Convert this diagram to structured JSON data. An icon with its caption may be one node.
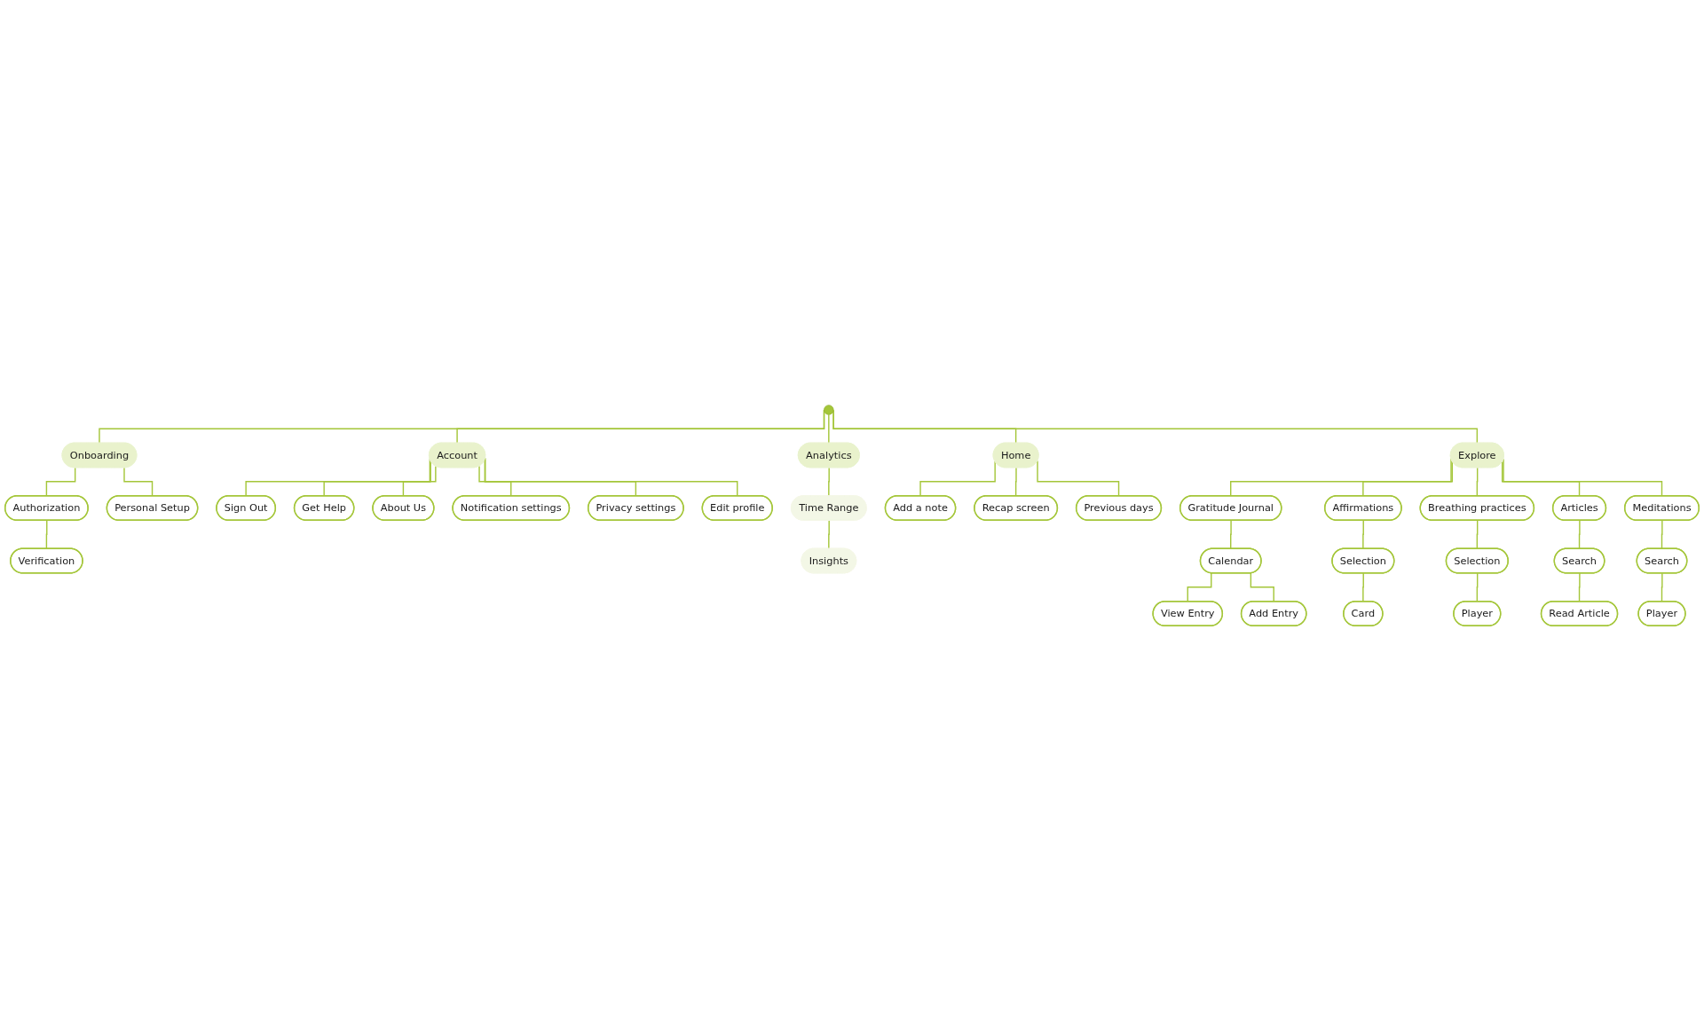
{
  "diagram": {
    "nodes": [
      {
        "text": [
          "Sign Out"
        ]
      },
      {
        "text": [
          "Notification settings"
        ]
      },
      {
        "text": [
          "Verification"
        ]
      },
      {
        "text": [
          "Get Help"
        ]
      },
      {
        "text": [
          "Privacy settings"
        ]
      },
      {
        "text": [
          "Authorization"
        ]
      },
      {
        "text": [
          "Personal Setup"
        ]
      },
      {
        "text": [
          "About Us"
        ]
      },
      {
        "text": [
          "Edit profile"
        ]
      },
      {
        "text": [
          "Onboarding"
        ]
      },
      {
        "text": [
          "Account"
        ]
      },
      {
        "text": [
          "Add a note"
        ]
      },
      {
        "text": [
          "Insights"
        ]
      },
      {
        "text": [
          "Time Range"
        ]
      },
      {
        "text": [
          "Analytics"
        ]
      },
      {
        "text": [],
        "shape": "circle"
      },
      {
        "text": [
          "Home"
        ]
      },
      {
        "text": [
          "Recap screen"
        ]
      },
      {
        "text": [
          "Previous days"
        ]
      },
      {
        "text": [
          "Explore"
        ]
      },
      {
        "text": [
          "Gratitude Journal"
        ]
      },
      {
        "text": [
          "Affirmations"
        ]
      },
      {
        "text": [
          "Articles"
        ]
      },
      {
        "text": [
          "Meditations"
        ]
      },
      {
        "text": [
          "Breathing practices"
        ]
      },
      {
        "text": [
          "Calendar"
        ]
      },
      {
        "text": [
          "Selection"
        ]
      },
      {
        "text": [
          "Search"
        ]
      },
      {
        "text": [
          "Search"
        ]
      },
      {
        "text": [
          "Selection"
        ]
      },
      {
        "text": [
          "View Entry"
        ]
      },
      {
        "text": [
          "Add Entry"
        ]
      },
      {
        "text": [
          "Card"
        ]
      },
      {
        "text": [
          "Read Article"
        ]
      },
      {
        "text": [
          "Player"
        ]
      },
      {
        "text": [
          "Player"
        ]
      }
    ],
    "edges": [
      {
        "from": 15,
        "to": 9,
        "arrow": "none"
      },
      {
        "from": 15,
        "to": 10,
        "arrow": "none"
      },
      {
        "from": 15,
        "to": 14,
        "arrow": "none"
      },
      {
        "from": 15,
        "to": 16,
        "arrow": "none"
      },
      {
        "from": 15,
        "to": 19,
        "arrow": "none"
      },
      {
        "from": 9,
        "to": 5,
        "arrow": "none"
      },
      {
        "from": 5,
        "to": 2,
        "arrow": "none"
      },
      {
        "from": 9,
        "to": 6,
        "arrow": "none"
      },
      {
        "from": 10,
        "to": 0,
        "arrow": "none"
      },
      {
        "from": 10,
        "to": 3,
        "arrow": "none"
      },
      {
        "from": 10,
        "to": 7,
        "arrow": "none"
      },
      {
        "from": 10,
        "to": 1,
        "arrow": "none"
      },
      {
        "from": 10,
        "to": 4,
        "arrow": "none"
      },
      {
        "from": 10,
        "to": 8,
        "arrow": "none"
      },
      {
        "from": 14,
        "to": 13,
        "arrow": "none"
      },
      {
        "from": 13,
        "to": 12,
        "arrow": "none"
      },
      {
        "from": 16,
        "to": 11,
        "arrow": "none"
      },
      {
        "from": 16,
        "to": 17,
        "arrow": "none"
      },
      {
        "from": 16,
        "to": 18,
        "arrow": "none"
      },
      {
        "from": 19,
        "to": 20,
        "arrow": "none"
      },
      {
        "from": 19,
        "to": 21,
        "arrow": "none"
      },
      {
        "from": 19,
        "to": 24,
        "arrow": "none"
      },
      {
        "from": 19,
        "to": 22,
        "arrow": "none"
      },
      {
        "from": 19,
        "to": 23,
        "arrow": "none"
      },
      {
        "from": 20,
        "to": 25,
        "arrow": "none"
      },
      {
        "from": 25,
        "to": 30,
        "arrow": "none"
      },
      {
        "from": 25,
        "to": 31,
        "arrow": "none"
      },
      {
        "from": 21,
        "to": 26,
        "arrow": "none"
      },
      {
        "from": 26,
        "to": 32,
        "arrow": "none"
      },
      {
        "from": 24,
        "to": 29,
        "arrow": "none"
      },
      {
        "from": 29,
        "to": 35,
        "arrow": "none"
      },
      {
        "from": 22,
        "to": 27,
        "arrow": "none"
      },
      {
        "from": 27,
        "to": 33,
        "arrow": "none"
      },
      {
        "from": 23,
        "to": 28,
        "arrow": "none"
      },
      {
        "from": 28,
        "to": 34,
        "arrow": "none"
      }
    ]
  }
}
